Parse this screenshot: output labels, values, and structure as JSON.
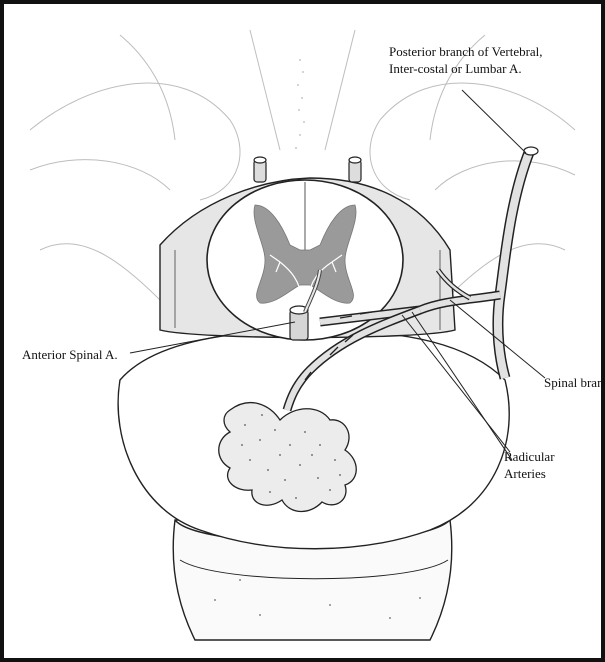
{
  "labels": {
    "posterior_branch": [
      "Posterior branch of Vertebral,",
      "Inter-costal or Lumbar A."
    ],
    "anterior_spinal": "Anterior Spinal A.",
    "spinal_branch": "Spinal branch",
    "radicular": [
      "Radicular",
      "Arteries"
    ]
  },
  "colors": {
    "line": "#222222",
    "grey_matter": "#9a9a9a",
    "background": "#ffffff"
  }
}
